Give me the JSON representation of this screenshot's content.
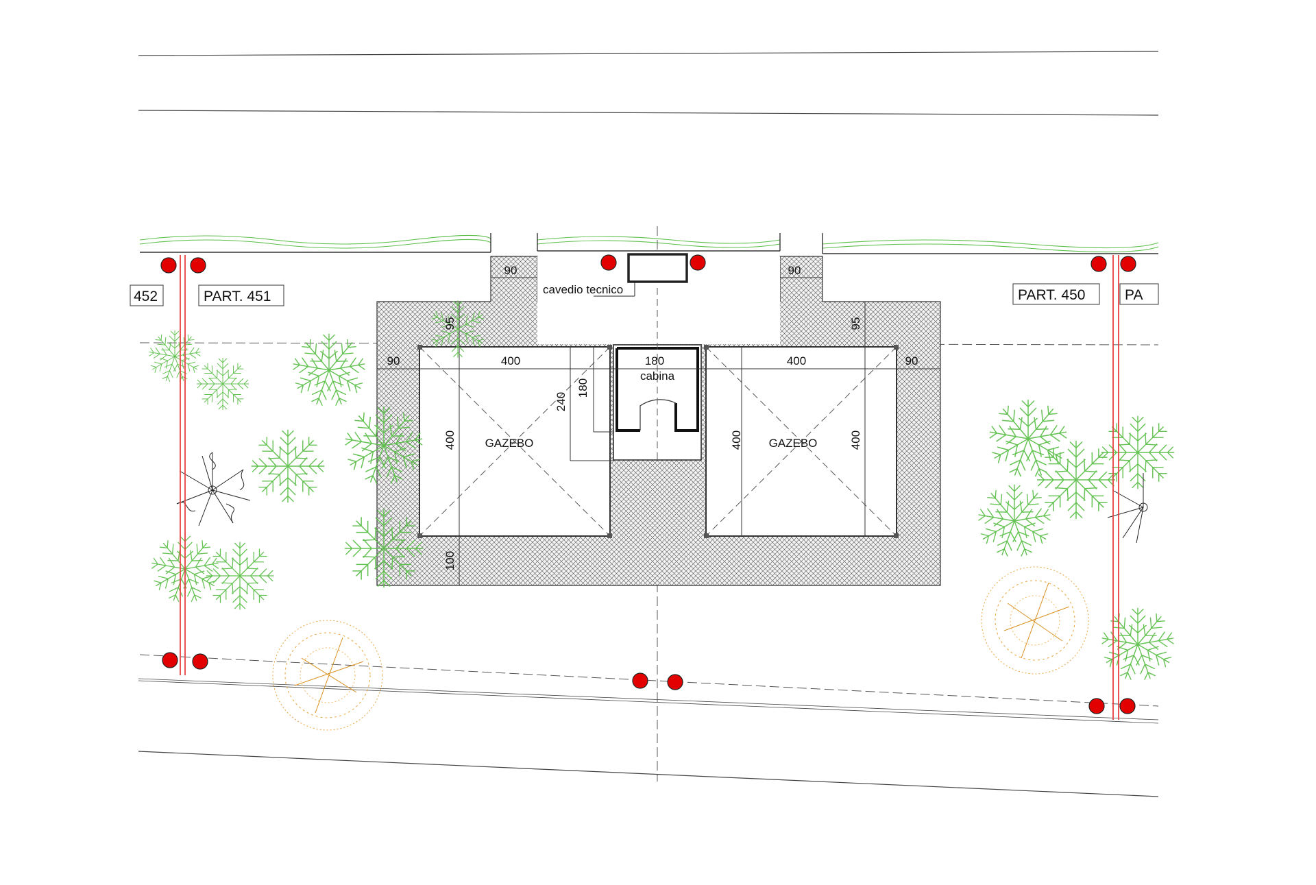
{
  "parcels": {
    "left_partial": "452",
    "left": "PART. 451",
    "right": "PART. 450",
    "right_partial": "PA"
  },
  "rooms": {
    "cavedio": "cavedio tecnico",
    "cabina": "cabina",
    "gazebo_left": "GAZEBO",
    "gazebo_right": "GAZEBO"
  },
  "dimensions": {
    "top_left_notch": "90",
    "top_right_notch": "90",
    "left_margin": "90",
    "right_margin": "90",
    "gazebo_left_width": "400",
    "gazebo_right_width": "400",
    "cabina_width": "180",
    "left_top_depth": "95",
    "right_top_depth": "95",
    "cabina_depth": "180",
    "gazebo_to_cabina": "240",
    "gazebo_left_height": "400",
    "gazebo_right_height_a": "400",
    "gazebo_right_height_b": "400",
    "bottom_margin": "100"
  },
  "colors": {
    "tree_green": "#5cbf4a",
    "tree_orange": "#e8a43a",
    "tree_dark": "#222222",
    "lamp_red": "#e30000",
    "boundary_red": "#e84040",
    "hatch": "#555555"
  },
  "legend_icons": [
    "green-tree-icon",
    "orange-shrub-icon",
    "dark-tree-icon",
    "red-lamp-icon"
  ]
}
